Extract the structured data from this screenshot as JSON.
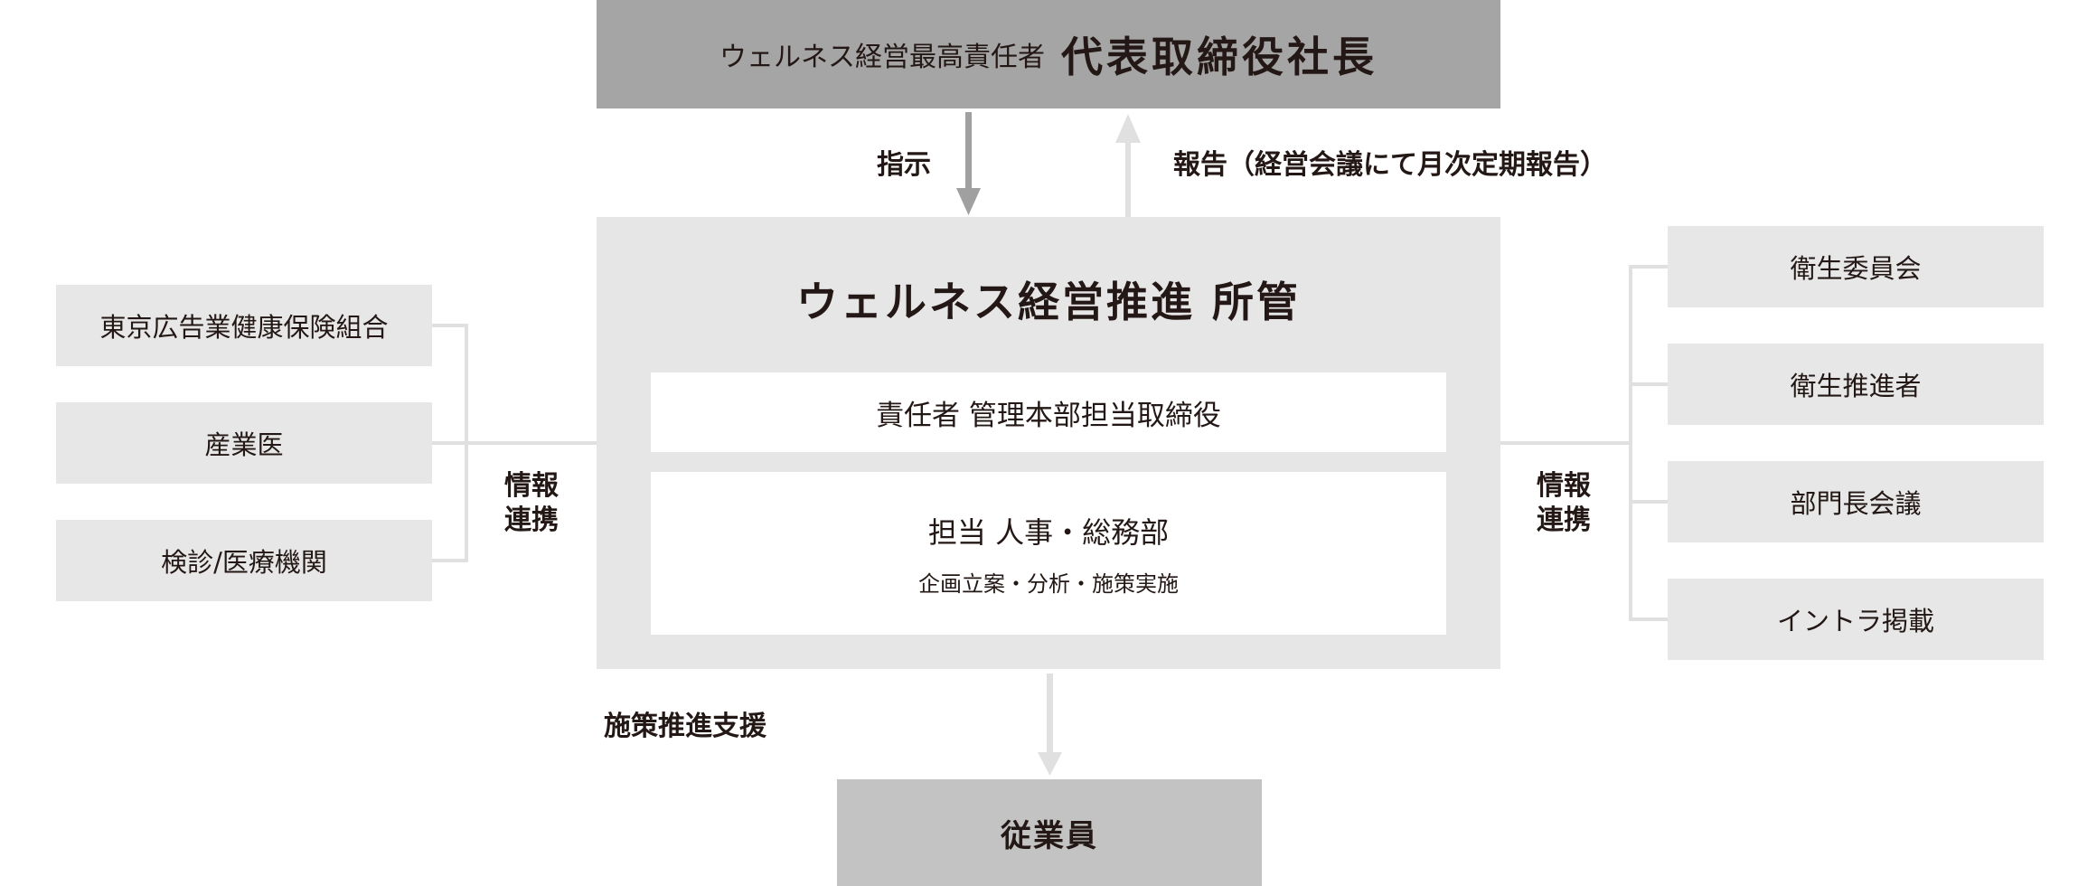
{
  "top": {
    "role": "ウェルネス経営最高責任者",
    "title": "代表取締役社長"
  },
  "arrows": {
    "instruction": "指示",
    "report": "報告（経営会議にて月次定期報告）",
    "support": "施策推進支援"
  },
  "center": {
    "title": "ウェルネス経営推進 所管",
    "responsible": "責任者 管理本部担当取締役",
    "charge": "担当 人事・総務部",
    "tasks": "企画立案・分析・施策実施"
  },
  "left": {
    "items": [
      "東京広告業健康保険組合",
      "産業医",
      "検診/医療機関"
    ],
    "link_label": [
      "情報",
      "連携"
    ]
  },
  "right": {
    "items": [
      "衛生委員会",
      "衛生推進者",
      "部門長会議",
      "イントラ掲載"
    ],
    "link_label": [
      "情報",
      "連携"
    ]
  },
  "bottom": {
    "label": "従業員"
  },
  "colors": {
    "top_box": "#a5a5a5",
    "center_box": "#e6e6e6",
    "bottom_box": "#c3c3c3",
    "side_box": "#e7e7e7",
    "text": "#231815",
    "arrow_dark": "#a0a0a0",
    "arrow_light": "#e0e0e0"
  }
}
